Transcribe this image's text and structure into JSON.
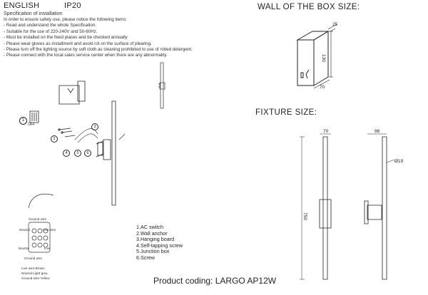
{
  "header": {
    "language": "ENGLISH",
    "ip_rating": "IP20"
  },
  "spec": {
    "title": "Specification of installation",
    "items": [
      "In order to ensure safety use, please notice the following items:",
      "- Read and understand the whole Specification.",
      "- Suitable for the use of 220-240V and 50-60Hz.",
      "- Must be installed on the fixed places and be checked annually",
      "- Please wear gloves as installment and avoid rot on the surface of plearing.",
      "- Please turn off the lighting source by soft cloth as cleaning prohibited to use of rotted detergent.",
      "- Please connect with the local sales service center when there are any abnormality."
    ]
  },
  "box": {
    "title": "WALL OF THE BOX SIZE:",
    "dim_depth": "25",
    "dim_height": "130",
    "dim_width": "70"
  },
  "fixture": {
    "title": "FIXTURE SIZE:",
    "dim_width": "70",
    "dim_depth": "98",
    "dim_diameter": "Ø19",
    "dim_length": "750"
  },
  "switch_label": "OFF",
  "callouts": [
    "1",
    "2",
    "3",
    "4",
    "5",
    "6"
  ],
  "legend": [
    "1.AC switch",
    "2.Wall anchor",
    "3.Hanging board",
    "4.Self-tapping screw",
    "5.Junction box",
    "6.Screw"
  ],
  "wiring": {
    "ground_top": "Ground wire",
    "neutral_left": "Neutral",
    "live_right": "Live wire",
    "neutral_mid": "Neutral",
    "live_mid": "Live",
    "ground_bottom": "Ground wire",
    "notes": [
      "Live wire-Brown",
      "Neutral-Light grey",
      "Ground wire-Yellow"
    ]
  },
  "product_coding": "Product coding: LARGO AP12W"
}
